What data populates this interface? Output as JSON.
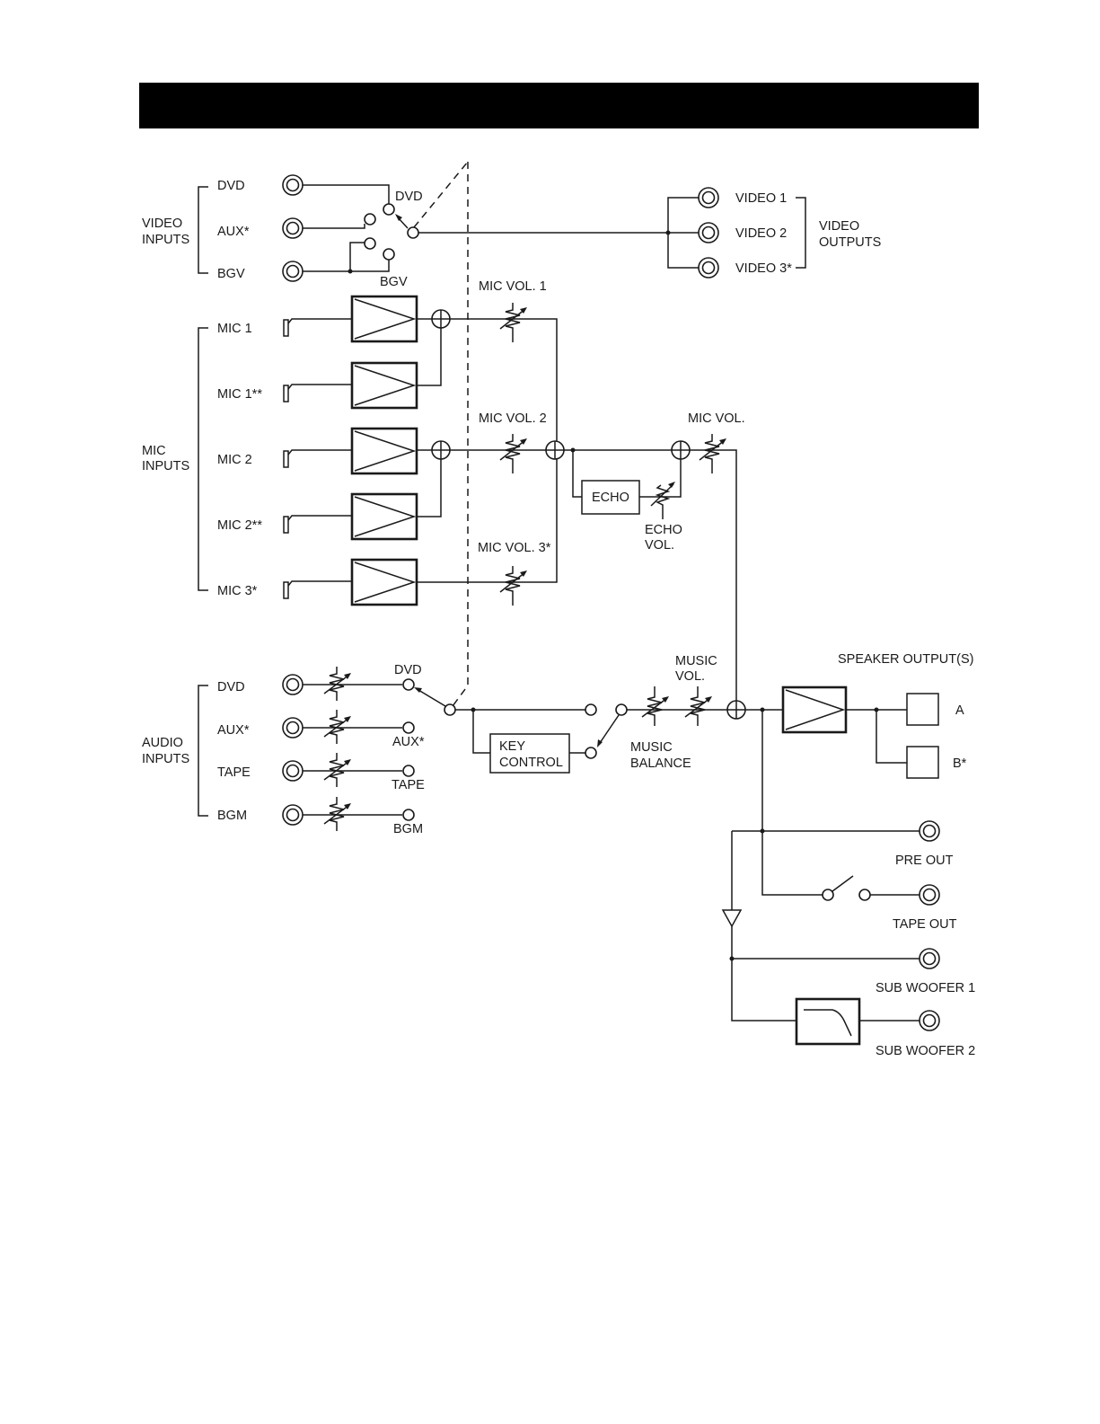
{
  "header": {
    "bar_color": "#000000",
    "title": ""
  },
  "video_inputs": {
    "group_label": [
      "VIDEO",
      "INPUTS"
    ],
    "inputs": [
      "DVD",
      "AUX*",
      "BGV"
    ],
    "switch_labels": {
      "dvd": "DVD",
      "bgv": "BGV"
    }
  },
  "video_outputs": {
    "group_label": [
      "VIDEO",
      "OUTPUTS"
    ],
    "outputs": [
      "VIDEO 1",
      "VIDEO 2",
      "VIDEO 3*"
    ]
  },
  "mic_inputs": {
    "group_label": [
      "MIC",
      "INPUTS"
    ],
    "inputs": [
      "MIC 1",
      "MIC 1**",
      "MIC 2",
      "MIC 2**",
      "MIC 3*"
    ]
  },
  "mic_controls": {
    "vol1": "MIC VOL. 1",
    "vol2": "MIC VOL. 2",
    "vol3": "MIC VOL. 3*",
    "master": "MIC VOL.",
    "echo": "ECHO",
    "echo_vol": [
      "ECHO",
      "VOL."
    ]
  },
  "audio_inputs": {
    "group_label": [
      "AUDIO",
      "INPUTS"
    ],
    "inputs": [
      "DVD",
      "AUX*",
      "TAPE",
      "BGM"
    ],
    "switch_labels": [
      "DVD",
      "AUX*",
      "TAPE",
      "BGM"
    ]
  },
  "music_controls": {
    "key_control": [
      "KEY",
      "CONTROL"
    ],
    "music_balance": [
      "MUSIC",
      "BALANCE"
    ],
    "music_vol": [
      "MUSIC",
      "VOL."
    ]
  },
  "outputs": {
    "speaker_output": "SPEAKER OUTPUT(S)",
    "speaker_a": "A",
    "speaker_b": "B*",
    "pre_out": "PRE OUT",
    "tape_out": "TAPE OUT",
    "sub_woofer_1": "SUB WOOFER 1",
    "sub_woofer_2": "SUB WOOFER 2"
  }
}
